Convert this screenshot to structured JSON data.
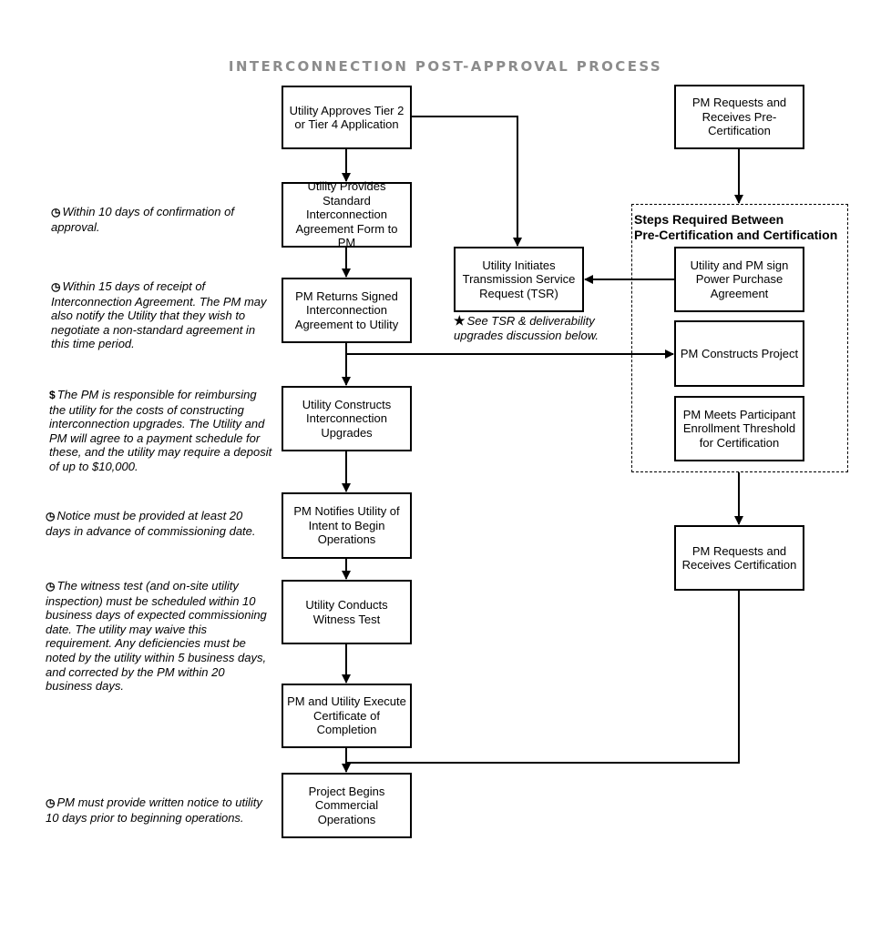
{
  "title": "INTERCONNECTION POST-APPROVAL PROCESS",
  "icons": {
    "clock": "clock-icon",
    "dollar": "dollar-sign-icon",
    "star": "star-icon"
  },
  "steps": {
    "approve": "Utility Approves Tier 2 or Tier 4 Application",
    "provide_form": "Utility Provides Standard Interconnection Agreement Form to PM",
    "return_signed": "PM Returns Signed Interconnection Agreement to Utility",
    "construct_upgrades": "Utility Constructs Interconnection Upgrades",
    "notify_intent": "PM Notifies Utility of Intent to Begin Operations",
    "witness_test": "Utility Conducts Witness Test",
    "certificate": "PM and Utility Execute Certificate of Completion",
    "commercial_ops": "Project Begins Commercial Operations",
    "tsr": "Utility Initiates Transmission Service Request (TSR)",
    "pre_cert": "PM Requests and Receives Pre-Certification",
    "ppa": "Utility and PM sign Power Purchase Agreement",
    "constructs": "PM Constructs Project",
    "enrollment": "PM Meets Participant Enrollment Threshold for Certification",
    "certification": "PM Requests and Receives Certification"
  },
  "group_title_line1": "Steps Required Between",
  "group_title_line2": "Pre-Certification and Certification",
  "notes": {
    "n1": {
      "symbol": "◷",
      "text": "Within 10 days of confirmation of approval."
    },
    "n2": {
      "symbol": "◷",
      "text": "Within 15 days of receipt of Interconnection Agreement. The PM may also notify the Utility that they wish to negotiate a non-standard agreement in this time period."
    },
    "n3": {
      "symbol": "$",
      "text": "The PM is responsible for reimbursing the utility for the costs of constructing interconnection upgrades. The Utility and PM will agree to a payment schedule for these, and the utility may require a deposit of up to $10,000."
    },
    "n4": {
      "symbol": "◷",
      "text": "Notice must be provided at least 20 days in advance of commissioning date."
    },
    "n5": {
      "symbol": "◷",
      "text": "The witness test  (and on-site utility inspection) must be scheduled within 10 business days of expected commissioning date. The utility may waive this requirement. Any deficiencies must be noted by the utility within 5 business days, and corrected by the PM within 20 business days."
    },
    "n6": {
      "symbol": "◷",
      "text": "PM must provide written notice to utility 10 days prior to beginning operations."
    },
    "tsr_note": {
      "symbol": "★",
      "text": "See TSR & deliverability upgrades discussion below."
    }
  }
}
